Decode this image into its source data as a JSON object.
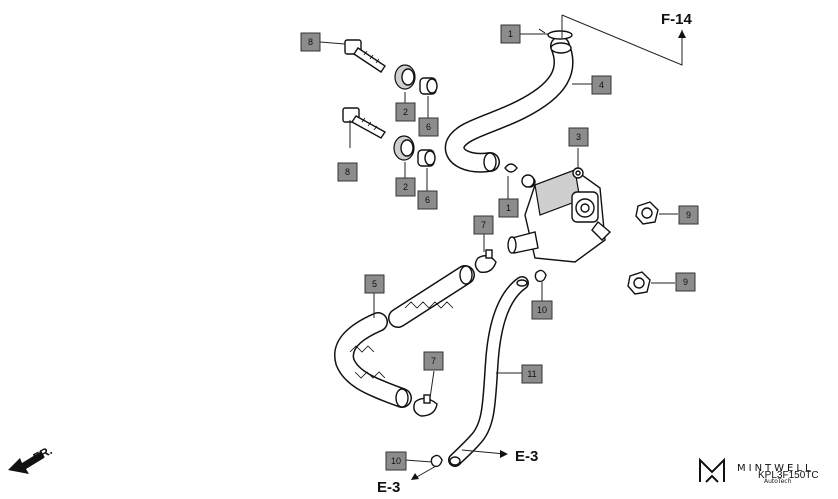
{
  "diagram": {
    "references": {
      "top_right": "F-14",
      "bottom_mid": "E-3",
      "bottom_left": "E-3"
    },
    "direction": "FR.",
    "brand": {
      "name": "MINTWELL",
      "sub": "AutoTech"
    },
    "part_code": "KPL3F150TC",
    "callouts": [
      {
        "id": "c1a",
        "label": "1"
      },
      {
        "id": "c1b",
        "label": "1"
      },
      {
        "id": "c2a",
        "label": "2"
      },
      {
        "id": "c2b",
        "label": "2"
      },
      {
        "id": "c3",
        "label": "3"
      },
      {
        "id": "c4",
        "label": "4"
      },
      {
        "id": "c5",
        "label": "5"
      },
      {
        "id": "c6a",
        "label": "6"
      },
      {
        "id": "c6b",
        "label": "6"
      },
      {
        "id": "c7a",
        "label": "7"
      },
      {
        "id": "c7b",
        "label": "7"
      },
      {
        "id": "c8a",
        "label": "8"
      },
      {
        "id": "c8b",
        "label": "8"
      },
      {
        "id": "c9a",
        "label": "9"
      },
      {
        "id": "c9b",
        "label": "9"
      },
      {
        "id": "c10a",
        "label": "10"
      },
      {
        "id": "c10b",
        "label": "10"
      },
      {
        "id": "c11",
        "label": "11"
      }
    ]
  }
}
